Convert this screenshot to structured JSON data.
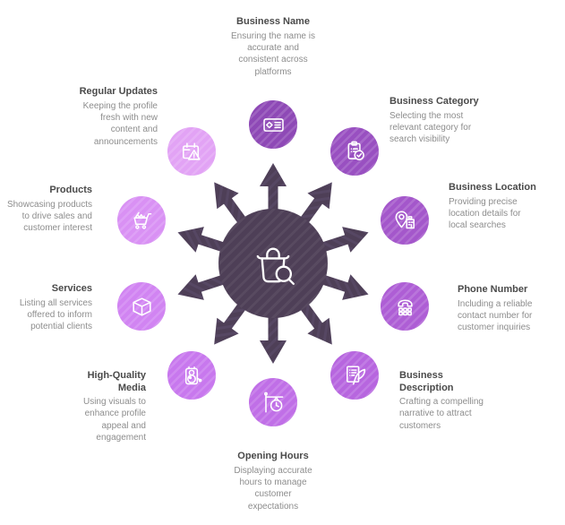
{
  "colors": {
    "background": "#ffffff",
    "hub": "#4e3f57",
    "arrow": "#4e3f57",
    "heading_text": "#4a4a4a",
    "description_text": "#8d8d8d"
  },
  "center": {
    "icon": "shopping-bag-search-icon",
    "color": "#4e3f57"
  },
  "nodes": [
    {
      "label": "Business Name",
      "description": "Ensuring the name is\naccurate and\nconsistent across\nplatforms",
      "icon": "id-card-icon",
      "color": "#8e49b6"
    },
    {
      "label": "Business Category",
      "description": "Selecting the most\nrelevant category for\nsearch visibility",
      "icon": "clipboard-check-icon",
      "color": "#9950c1"
    },
    {
      "label": "Business Location",
      "description": "Providing precise\nlocation details for\nlocal searches",
      "icon": "map-pin-building-icon",
      "color": "#a457cb"
    },
    {
      "label": "Phone Number",
      "description": "Including a reliable\ncontact number for\ncustomer inquiries",
      "icon": "phone-keypad-icon",
      "color": "#ae5ed5"
    },
    {
      "label": "Business\nDescription",
      "description": "Crafting a compelling\nnarrative to attract\ncustomers",
      "icon": "document-quill-icon",
      "color": "#b766df"
    },
    {
      "label": "Opening Hours",
      "description": "Displaying accurate\nhours to manage\ncustomer\nexpectations",
      "icon": "hanging-clock-icon",
      "color": "#c06fe7"
    },
    {
      "label": "High-Quality\nMedia",
      "description": "Using visuals to\nenhance profile\nappeal and\nengagement",
      "icon": "camera-icon",
      "color": "#c878ee"
    },
    {
      "label": "Services",
      "description": "Listing all services\noffered to inform\npotential clients",
      "icon": "cube-icon",
      "color": "#d184f2"
    },
    {
      "label": "Products",
      "description": "Showcasing products\nto drive sales and\ncustomer interest",
      "icon": "shopping-cart-icon",
      "color": "#d991f4"
    },
    {
      "label": "Regular Updates",
      "description": "Keeping the profile\nfresh with new\ncontent and\nannouncements",
      "icon": "calendar-alert-icon",
      "color": "#e2a3f5"
    }
  ]
}
